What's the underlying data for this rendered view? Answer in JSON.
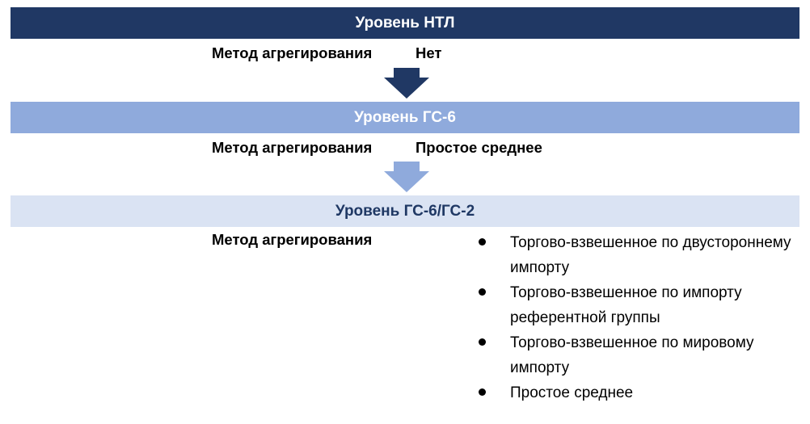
{
  "levels": [
    {
      "title": "Уровень НТЛ",
      "method_label": "Метод агрегирования",
      "method_value": "Нет"
    },
    {
      "title": "Уровень ГС-6",
      "method_label": "Метод агрегирования",
      "method_value": "Простое среднее"
    },
    {
      "title": "Уровень ГС-6/ГС-2",
      "method_label": "Метод агрегирования",
      "method_options": [
        "Торгово-взвешенное по двустороннему импорту",
        "Торгово-взвешенное по импорту референтной группы",
        "Торгово-взвешенное по мировому импорту",
        "Простое среднее"
      ]
    }
  ],
  "colors": {
    "level1_band": "#203864",
    "level2_band": "#8faadc",
    "level3_band": "#dae3f3",
    "arrow1": "#203864",
    "arrow2": "#8faadc"
  }
}
